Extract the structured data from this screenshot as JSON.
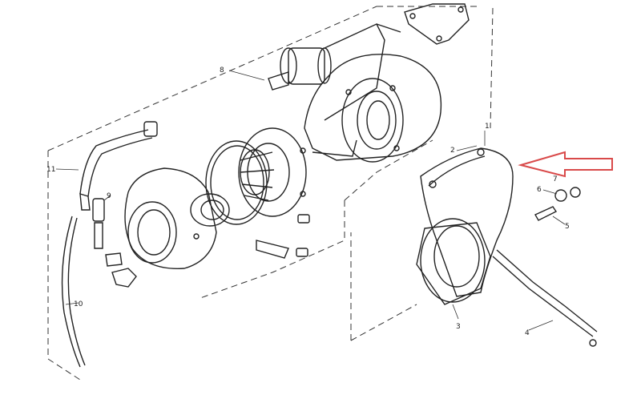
{
  "diagram": {
    "callouts": {
      "c1": "1",
      "c2": "2",
      "c3": "3",
      "c4": "4",
      "c5": "5",
      "c6": "6",
      "c7": "7",
      "c8": "8",
      "c9": "9",
      "c10": "10",
      "c11": "11"
    },
    "arrow_color": "#d94a4a",
    "line_color": "#222222"
  }
}
